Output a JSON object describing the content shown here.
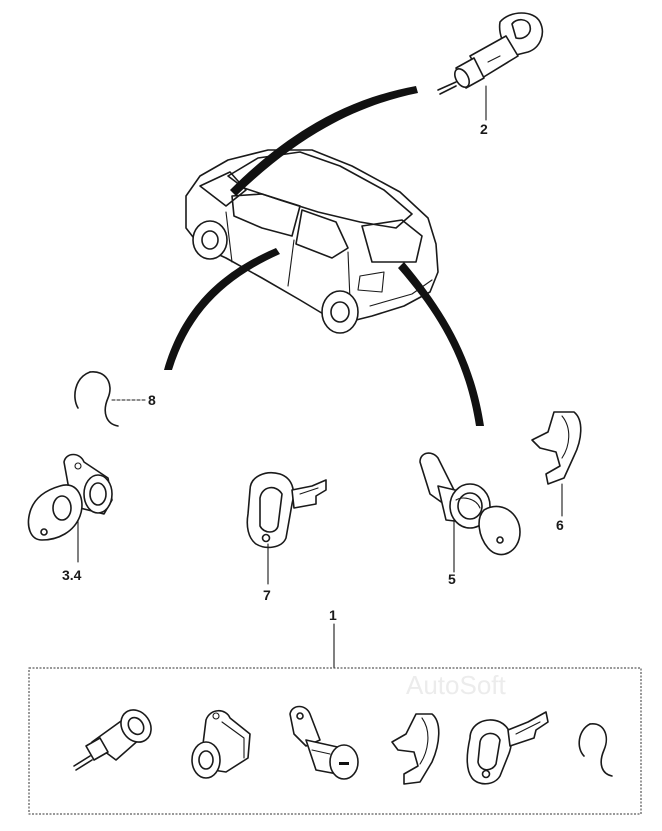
{
  "callouts": {
    "item_1": "1",
    "item_2": "2",
    "item_3_4": "3.4",
    "item_5": "5",
    "item_6": "6",
    "item_7": "7",
    "item_8": "8"
  },
  "watermark": "AutoSoft"
}
